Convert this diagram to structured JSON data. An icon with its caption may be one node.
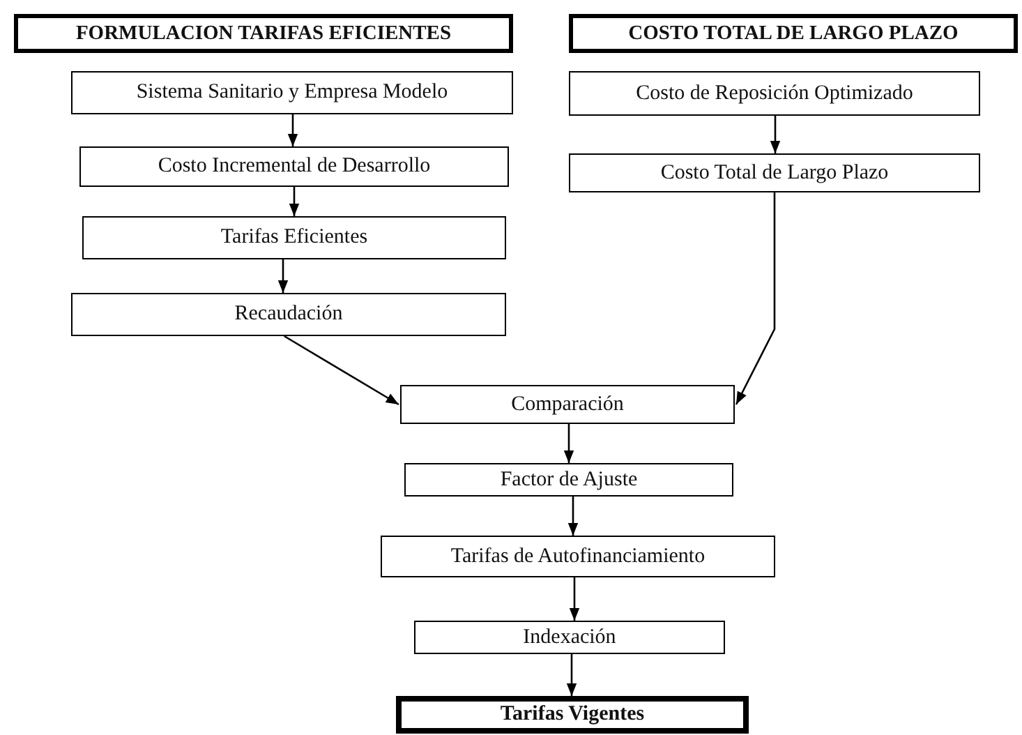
{
  "diagram": {
    "nodes": [
      {
        "text": [
          "FORMULACION TARIFAS EFICIENTES"
        ]
      },
      {
        "text": [
          "COSTO TOTAL DE LARGO PLAZO"
        ]
      },
      {
        "text": [
          "Sistema Sanitario y Empresa Modelo"
        ]
      },
      {
        "text": [
          "Costo Incremental de Desarrollo"
        ]
      },
      {
        "text": [
          "Tarifas Eficientes"
        ]
      },
      {
        "text": [
          "Recaudación"
        ]
      },
      {
        "text": [
          "Costo de Reposición Optimizado"
        ]
      },
      {
        "text": [
          "Costo Total de Largo Plazo"
        ]
      },
      {
        "text": [
          "Comparación"
        ]
      },
      {
        "text": [
          "Factor de Ajuste"
        ]
      },
      {
        "text": [
          "Tarifas de Autofinanciamiento"
        ]
      },
      {
        "text": [
          "Indexación"
        ]
      },
      {
        "text": [
          "Tarifas Vigentes"
        ]
      }
    ],
    "edges": [
      {
        "from": 2,
        "to": 3,
        "arrow": "to"
      },
      {
        "from": 3,
        "to": 4,
        "arrow": "to"
      },
      {
        "from": 4,
        "to": 5,
        "arrow": "to"
      },
      {
        "from": 6,
        "to": 7,
        "arrow": "to"
      },
      {
        "from": 5,
        "to": 8,
        "arrow": "to"
      },
      {
        "from": 7,
        "to": 8,
        "arrow": "to"
      },
      {
        "from": 8,
        "to": 9,
        "arrow": "to"
      },
      {
        "from": 9,
        "to": 10,
        "arrow": "to"
      },
      {
        "from": 10,
        "to": 11,
        "arrow": "to"
      },
      {
        "from": 11,
        "to": 12,
        "arrow": "to"
      }
    ]
  }
}
